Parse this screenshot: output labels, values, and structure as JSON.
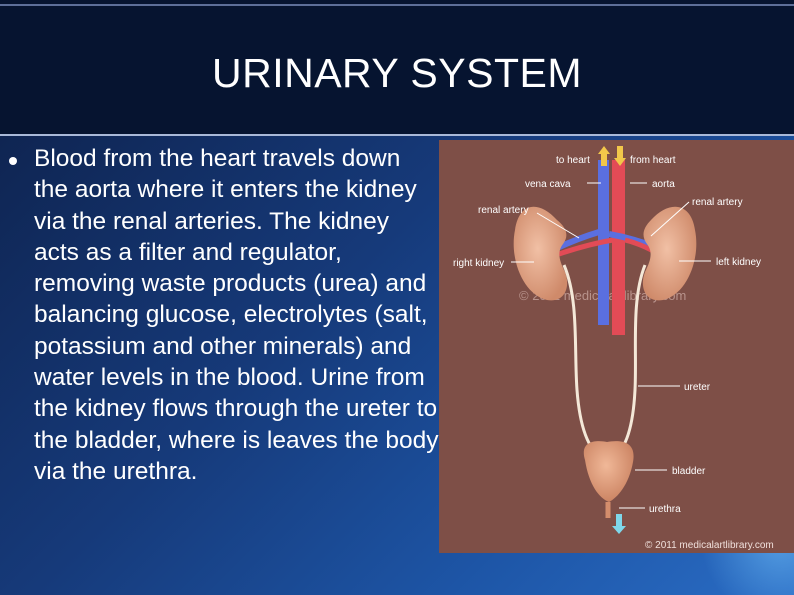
{
  "slide": {
    "title": "URINARY SYSTEM",
    "bullet": "Blood from the heart travels down the aorta where it enters the kidney via the renal arteries. The kidney acts as a filter and regulator, removing waste products (urea) and balancing glucose, electrolytes (salt, potassium and other minerals) and water levels in the blood. Urine from the kidney flows through the ureter to the bladder, where is leaves the body via the urethra."
  },
  "figure": {
    "labels": {
      "to_heart": "to heart",
      "from_heart": "from heart",
      "vena_cava": "vena cava",
      "aorta": "aorta",
      "renal_artery": "renal artery",
      "renal_artery_right": "renal artery",
      "right_kidney": "right kidney",
      "left_kidney": "left kidney",
      "ureter": "ureter",
      "bladder": "bladder",
      "urethra": "urethra"
    },
    "watermark": "© 2011 medicalartlibrary.com",
    "copyright": "© 2011 medicalartlibrary.com"
  },
  "colors": {
    "background": "#1d4a95",
    "title_bar": "#061430",
    "figure_bg": "#7e4f47",
    "kidney": "#e7a98a",
    "vena_cava": "#5a6fe0",
    "aorta": "#e24b56"
  }
}
